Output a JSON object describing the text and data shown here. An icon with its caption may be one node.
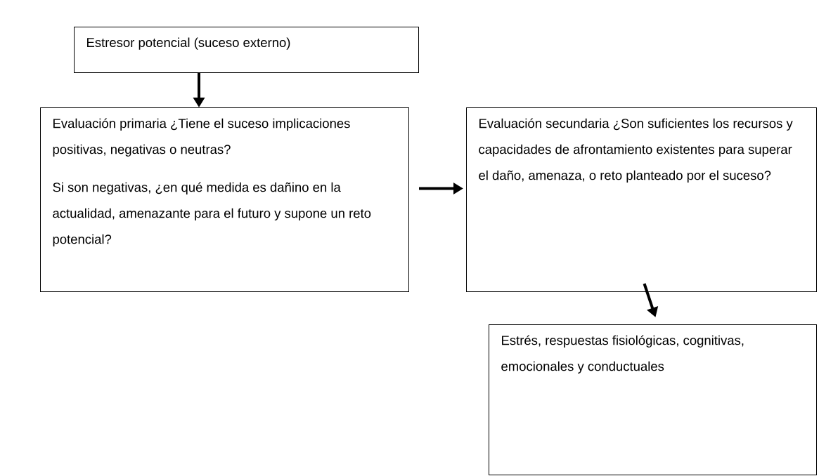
{
  "diagram": {
    "nodes": [
      {
        "text": [
          "Estresor potencial (suceso externo)"
        ]
      },
      {
        "text": [
          "Evaluación primaria ¿Tiene el suceso implicaciones positivas, negativas o neutras?",
          "Si son negativas, ¿en qué medida es dañino en la actualidad, amenazante para el futuro y supone un reto potencial?"
        ]
      },
      {
        "text": [
          "Evaluación secundaria ¿Son suficientes los recursos y capacidades de afrontamiento existentes para superar el daño, amenaza, o reto planteado por el suceso?"
        ]
      },
      {
        "text": [
          "Estrés, respuestas fisiológicas, cognitivas, emocionales y conductuales"
        ]
      }
    ],
    "edges": [
      {
        "from": 0,
        "to": 1,
        "arrow": "to"
      },
      {
        "from": 1,
        "to": 2,
        "arrow": "to"
      },
      {
        "from": 2,
        "to": 3,
        "arrow": "to"
      }
    ]
  }
}
